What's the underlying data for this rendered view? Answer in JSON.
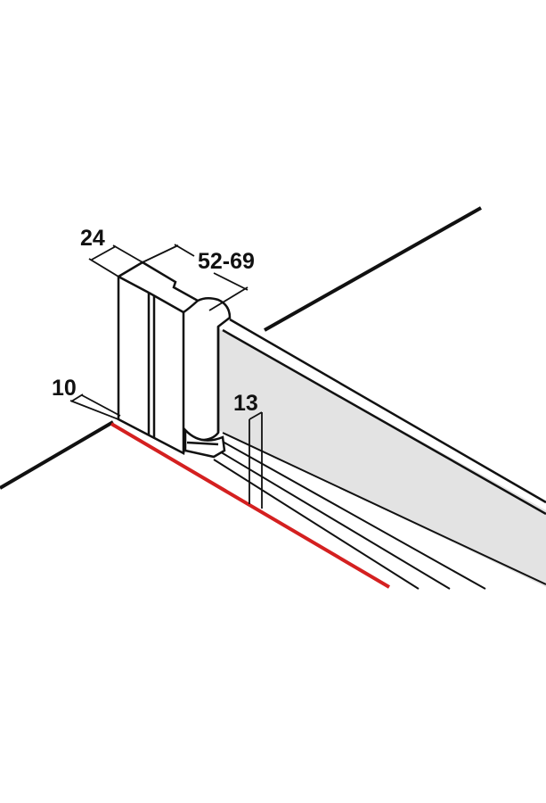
{
  "diagram": {
    "labels": {
      "profile_width": "24",
      "adjustment_range": "52-69",
      "offset": "10",
      "rail_gap": "13"
    },
    "colors": {
      "line": "#111111",
      "glass": "#e3e3e3",
      "floor_marker": "#d42020"
    }
  }
}
